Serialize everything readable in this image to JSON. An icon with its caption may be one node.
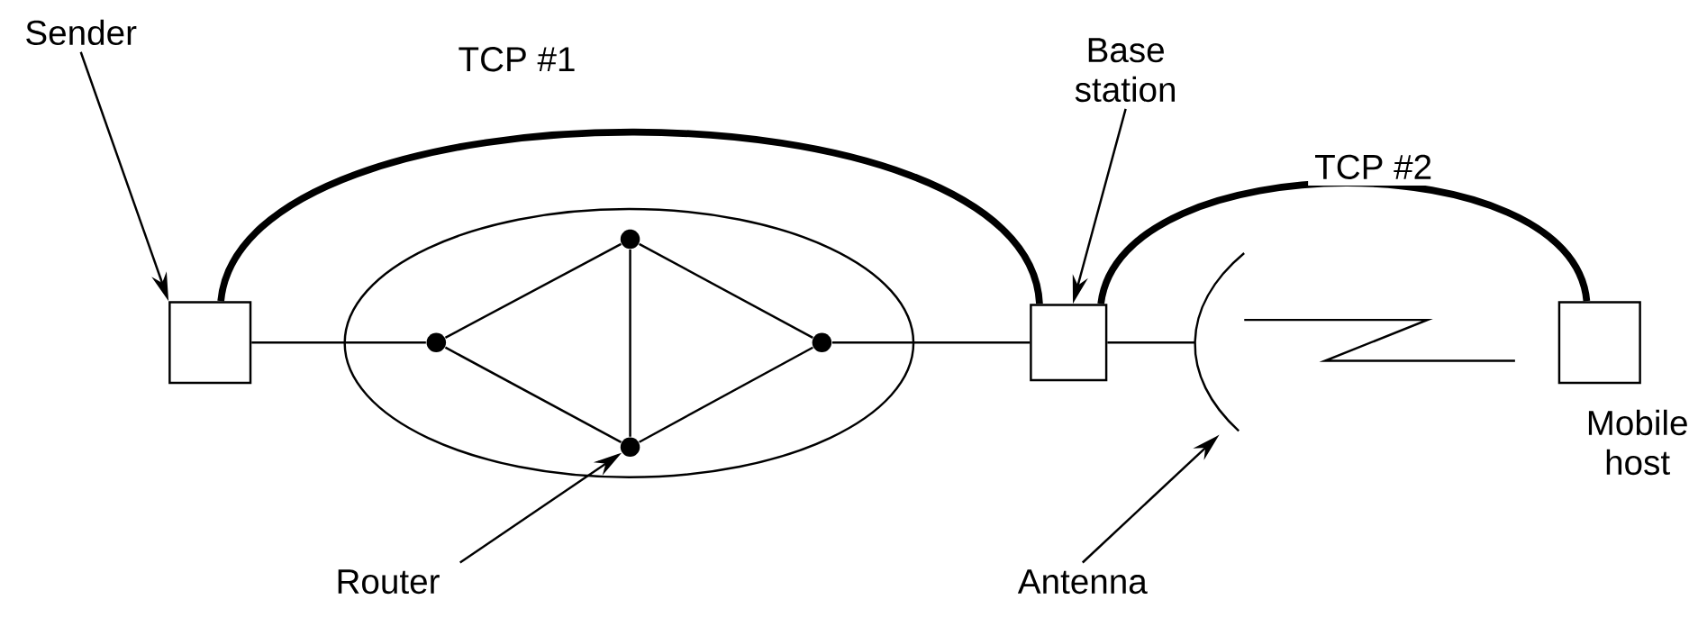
{
  "diagram": {
    "nodes": [
      {
        "text": [
          "Sender"
        ]
      },
      {
        "text": [
          "Base station"
        ]
      },
      {
        "text": [],
        "shape": "box"
      },
      {
        "text": [],
        "shape": "ellipse"
      },
      {
        "text": [],
        "shape": "circle",
        "in": 3
      },
      {
        "text": [],
        "shape": "circle",
        "in": 3
      },
      {
        "text": [],
        "shape": "circle",
        "in": 3
      },
      {
        "text": [],
        "shape": "circle",
        "in": 3
      },
      {
        "text": [],
        "shape": "box"
      },
      {
        "text": [],
        "shape": "arc"
      },
      {
        "text": [],
        "shape": "box",
        "beside": [
          "Mobile host"
        ]
      },
      {
        "text": [
          "Router"
        ]
      },
      {
        "text": [
          "Antenna"
        ]
      }
    ],
    "edges": [
      {
        "from": 0,
        "to": 2,
        "arrow": "to"
      },
      {
        "from": 1,
        "to": 8,
        "arrow": "to"
      },
      {
        "from": 2,
        "to": 8,
        "arrow": "none",
        "style": "thick",
        "label": "TCP #1"
      },
      {
        "from": 8,
        "to": 10,
        "arrow": "none",
        "style": "thick",
        "label": "TCP #2"
      },
      {
        "from": 2,
        "to": 5,
        "arrow": "none"
      },
      {
        "from": 5,
        "to": 4,
        "arrow": "none"
      },
      {
        "from": 5,
        "to": 7,
        "arrow": "none"
      },
      {
        "from": 4,
        "to": 7,
        "arrow": "none"
      },
      {
        "from": 4,
        "to": 6,
        "arrow": "none"
      },
      {
        "from": 7,
        "to": 6,
        "arrow": "none"
      },
      {
        "from": 6,
        "to": 8,
        "arrow": "none"
      },
      {
        "from": 8,
        "to": 9,
        "arrow": "none"
      },
      {
        "from": 9,
        "to": 10,
        "arrow": "none"
      },
      {
        "from": 11,
        "to": 7,
        "arrow": "to"
      },
      {
        "from": 12,
        "to": 9,
        "arrow": "to"
      }
    ]
  }
}
